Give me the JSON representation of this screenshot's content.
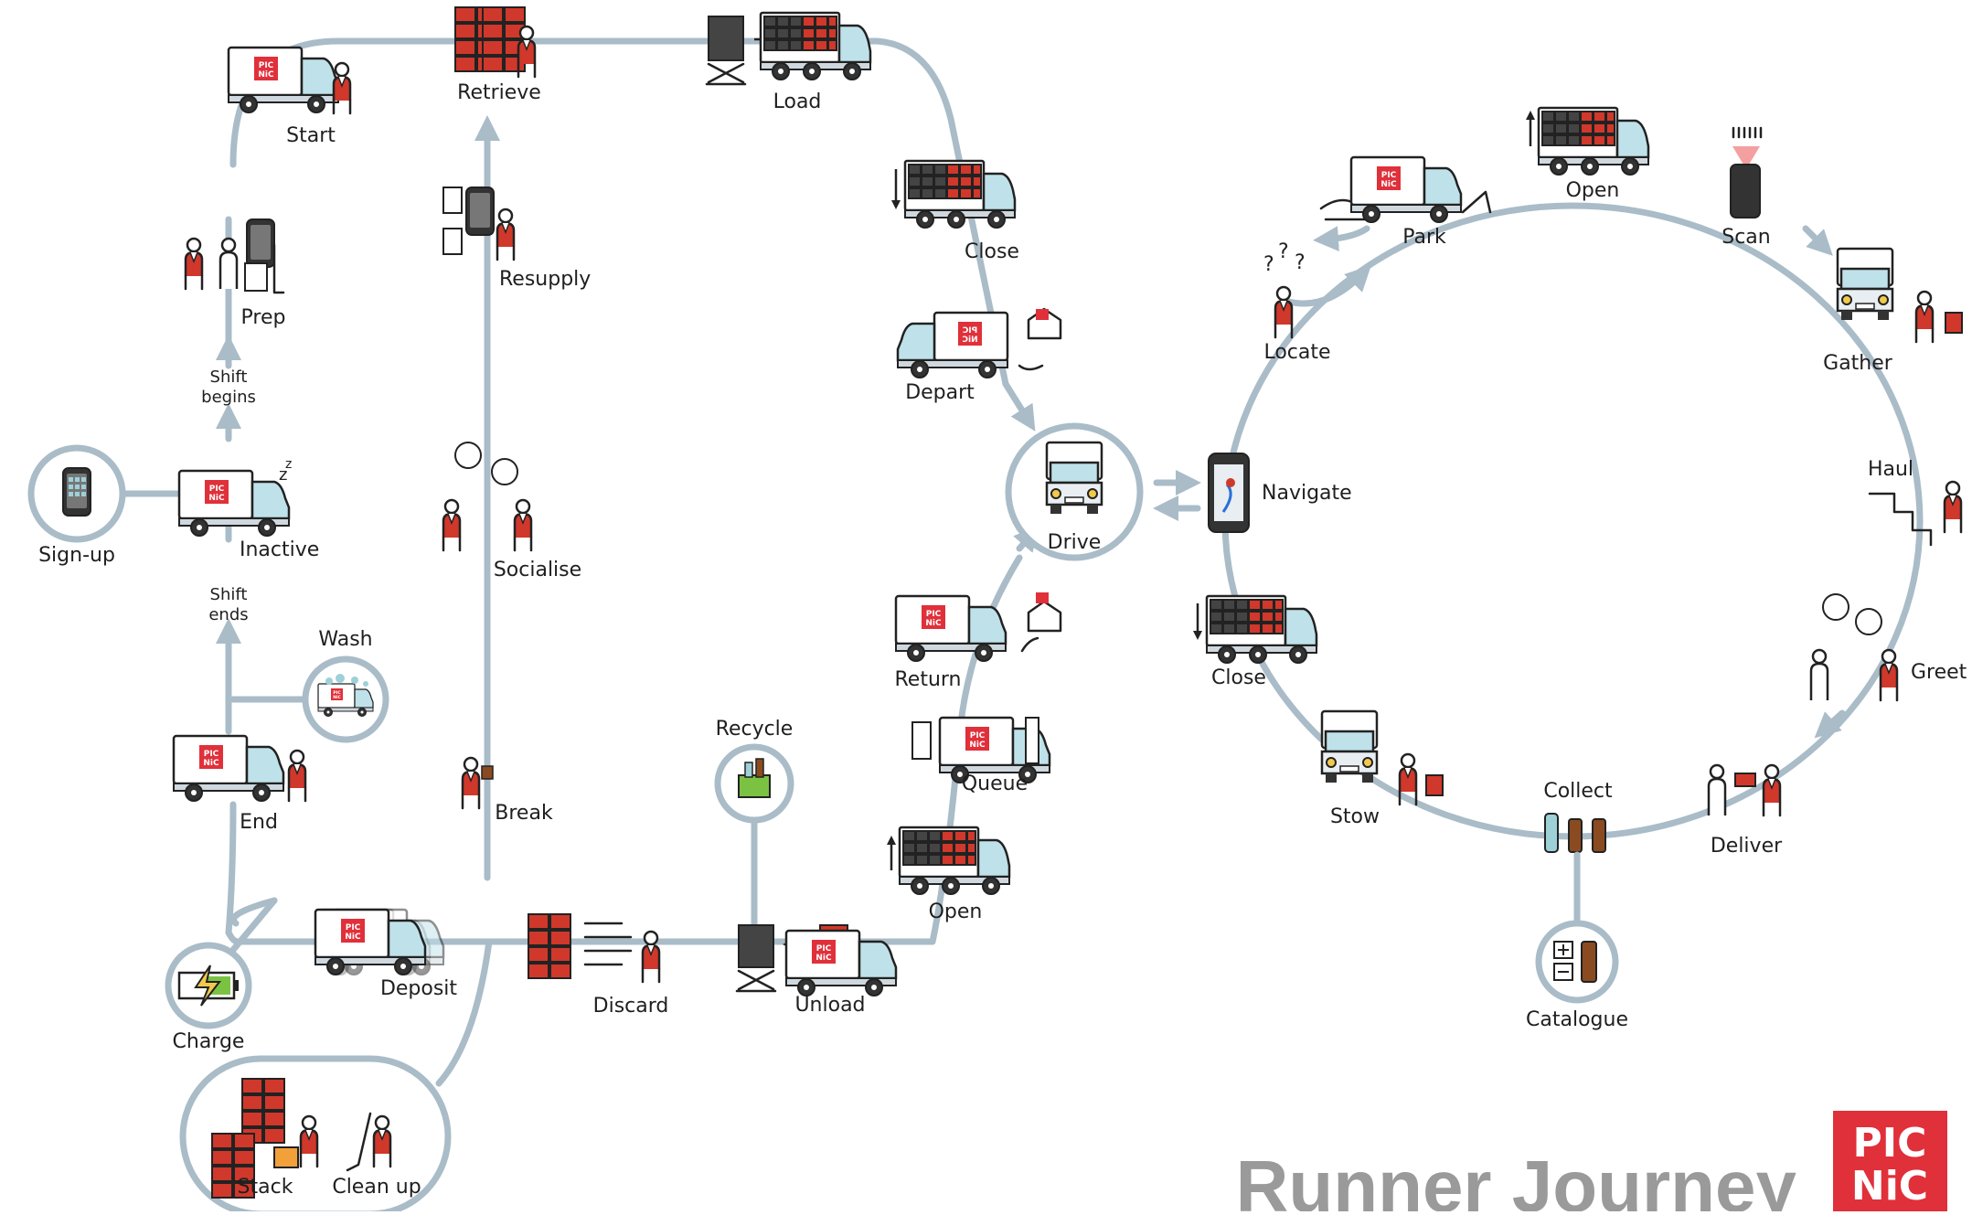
{
  "title": "Runner Journey",
  "brand": {
    "logo_line1": "PIC",
    "logo_line2": "NiC",
    "logo_color": "#e0303a"
  },
  "colors": {
    "path": "#a9bcc8",
    "accent_red": "#d0382b",
    "crate_dark": "#444444",
    "battery_green": "#7cc242",
    "title_gray": "#9a9a9a"
  },
  "labels": {
    "signup": "Sign-up",
    "inactive": "Inactive",
    "shift_begins_1": "Shift",
    "shift_begins_2": "begins",
    "shift_ends_1": "Shift",
    "shift_ends_2": "ends",
    "prep": "Prep",
    "start": "Start",
    "retrieve": "Retrieve",
    "load": "Load",
    "close_hub": "Close",
    "depart": "Depart",
    "drive": "Drive",
    "return": "Return",
    "queue": "Queue",
    "open_hub": "Open",
    "unload": "Unload",
    "recycle": "Recycle",
    "discard": "Discard",
    "deposit": "Deposit",
    "charge": "Charge",
    "stack": "Stack",
    "clean_up": "Clean up",
    "wash": "Wash",
    "end": "End",
    "resupply": "Resupply",
    "socialise": "Socialise",
    "break": "Break",
    "navigate": "Navigate",
    "park": "Park",
    "locate": "Locate",
    "open_customer": "Open",
    "scan": "Scan",
    "gather": "Gather",
    "haul": "Haul",
    "greet": "Greet",
    "deliver": "Deliver",
    "collect": "Collect",
    "catalogue": "Catalogue",
    "stow": "Stow",
    "close_customer": "Close"
  }
}
